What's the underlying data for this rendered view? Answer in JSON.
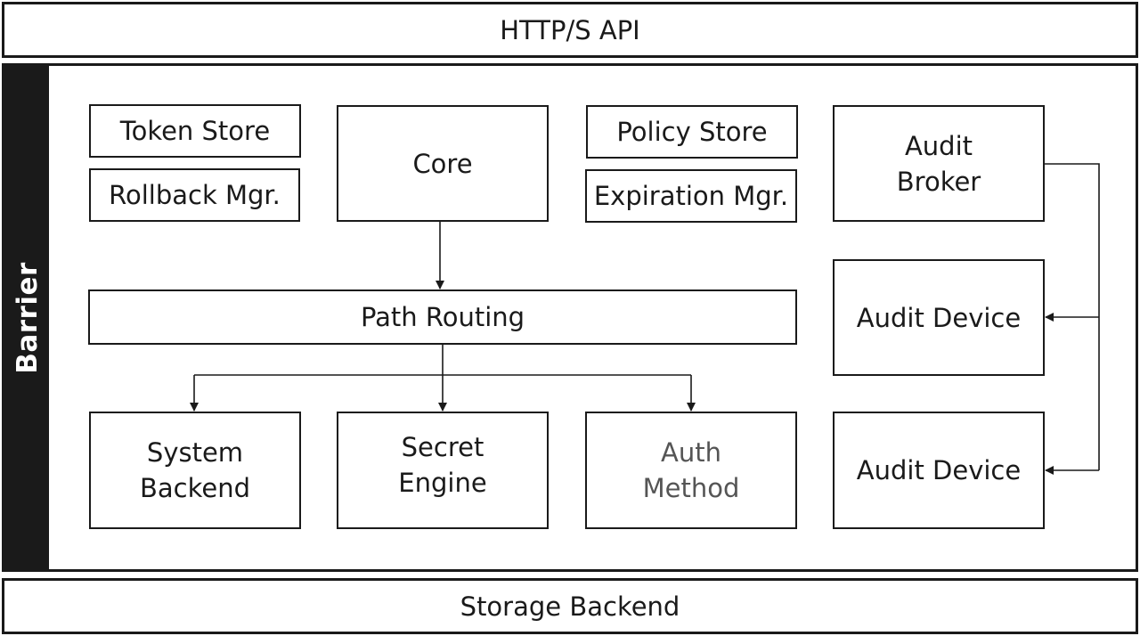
{
  "top_layer": {
    "label": "HTTP/S API"
  },
  "barrier": {
    "label": "Barrier"
  },
  "bottom_layer": {
    "label": "Storage Backend"
  },
  "components": {
    "token_store": "Token Store",
    "rollback_mgr": "Rollback Mgr.",
    "core": "Core",
    "policy_store": "Policy Store",
    "expiration_mgr": "Expiration Mgr.",
    "audit_broker": "Audit\nBroker",
    "path_routing": "Path Routing",
    "system_backend": "System\nBackend",
    "secret_engine": "Secret\nEngine",
    "auth_method": "Auth\nMethod",
    "audit_device_1": "Audit Device",
    "audit_device_2": "Audit Device"
  }
}
